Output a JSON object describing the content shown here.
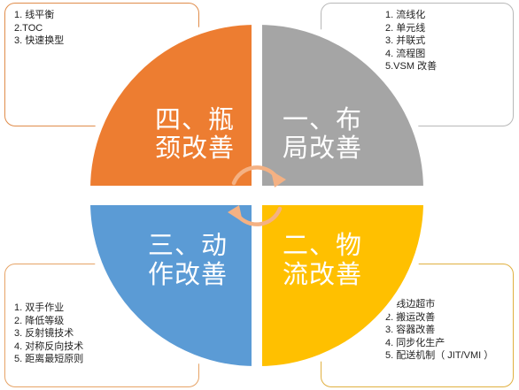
{
  "quadrants": {
    "top_left": {
      "line1": "四、瓶",
      "line2": "颈改善",
      "color": "#ED7D31"
    },
    "top_right": {
      "line1": "一、布",
      "line2": "局改善",
      "color": "#A5A5A5"
    },
    "bottom_left": {
      "line1": "三、动",
      "line2": "作改善",
      "color": "#5B9BD5"
    },
    "bottom_right": {
      "line1": "二、物",
      "line2": "流改善",
      "color": "#FFC000"
    }
  },
  "cycle_arrow_color": "#F4B183",
  "boxes": {
    "top_left": [
      "1. 线平衡",
      "2.TOC",
      "3. 快速换型"
    ],
    "top_right": [
      "1. 流线化",
      "2. 单元线",
      "3. 并联式",
      "4. 流程图",
      "5.VSM 改善"
    ],
    "bottom_left": [
      "1. 双手作业",
      "2. 降低等级",
      "3. 反射镜技术",
      "4. 对称反向技术",
      "5. 距离最短原则"
    ],
    "bottom_right": [
      "1. 线边超市",
      "2. 搬运改善",
      "3. 容器改善",
      "4. 同步化生产",
      "5. 配送机制（ JIT/VMI ）"
    ]
  }
}
